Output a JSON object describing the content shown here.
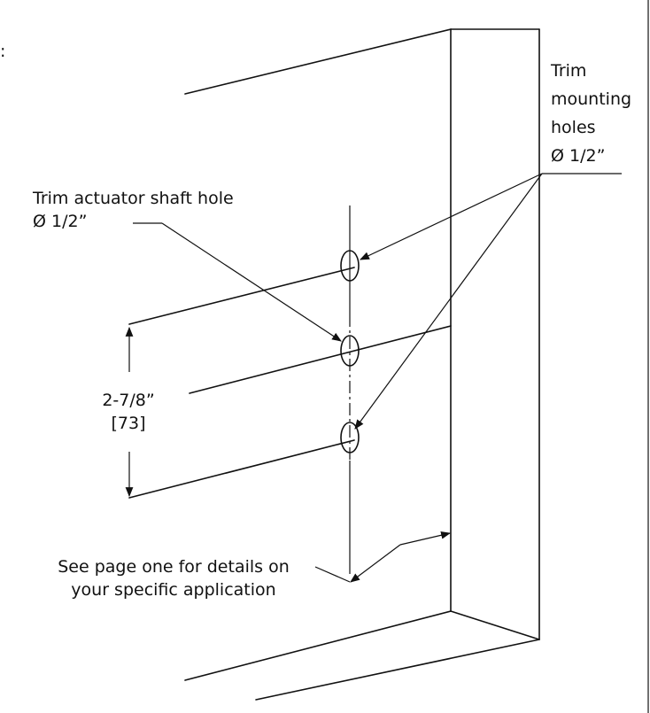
{
  "labels": {
    "mounting_title_1": "Trim",
    "mounting_title_2": "mounting",
    "mounting_title_3": "holes",
    "mounting_diameter": "Ø 1/2”",
    "shaft_title": "Trim actuator shaft hole",
    "shaft_diameter": "Ø 1/2”",
    "dimension_inch": "2-7/8”",
    "dimension_mm": "[73]",
    "note_line_1": "See page one for details on",
    "note_line_2": "your specific application",
    "edge_fragment": ":"
  },
  "colors": {
    "line": "#111111",
    "background": "#ffffff"
  }
}
